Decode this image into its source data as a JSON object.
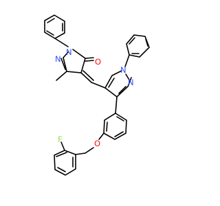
{
  "molecule": {
    "atoms": {
      "o_ketone": {
        "label": "O",
        "color": "#ff0d0d"
      },
      "n1_top": {
        "label": "N",
        "color": "#3050f8"
      },
      "n2_top": {
        "label": "N",
        "color": "#3050f8"
      },
      "n1_right": {
        "label": "N",
        "color": "#3050f8"
      },
      "n2_right": {
        "label": "N",
        "color": "#3050f8"
      },
      "o_ether": {
        "label": "O",
        "color": "#ff0d0d"
      },
      "f": {
        "label": "F",
        "color": "#90e050"
      }
    },
    "bond_color": "#000000"
  }
}
